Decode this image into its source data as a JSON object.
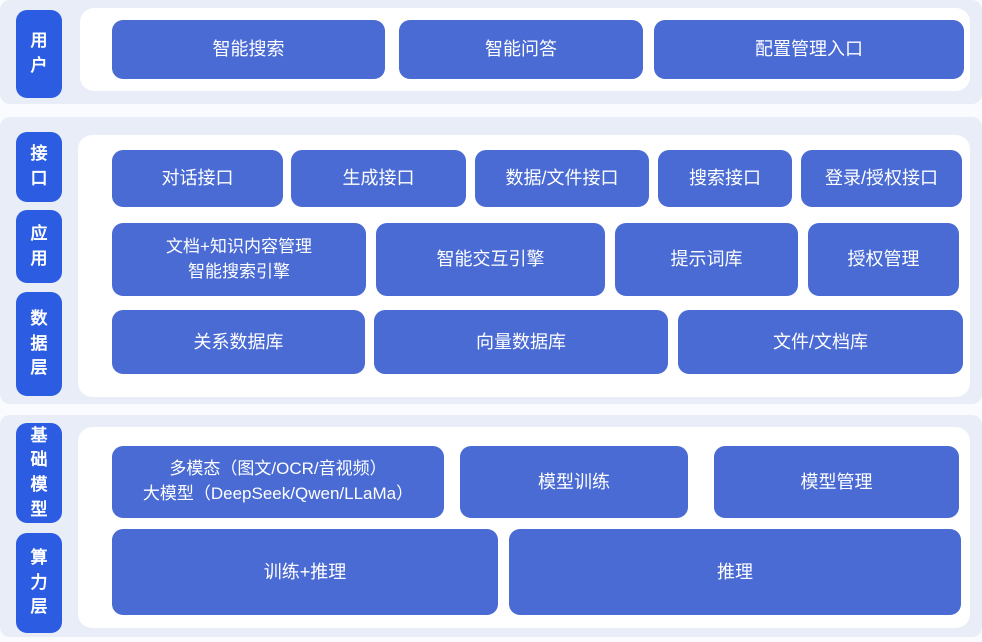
{
  "colors": {
    "tag_blue": "#2b5ce2",
    "node_blue": "#4a6bd3",
    "section_bg": "#e8edf7",
    "panel_bg": "#ffffff",
    "text": "#ffffff"
  },
  "layers": {
    "user": {
      "tag": "用户",
      "boxes": {
        "smart_search": "智能搜索",
        "smart_qa": "智能问答",
        "config_entry": "配置管理入口"
      }
    },
    "interface": {
      "tag": "接口",
      "boxes": {
        "dialog_api": "对话接口",
        "generate_api": "生成接口",
        "data_file_api": "数据/文件接口",
        "search_api": "搜索接口",
        "login_auth_api": "登录/授权接口"
      }
    },
    "application": {
      "tag": "应用",
      "boxes": {
        "doc_knowledge_line1": "文档+知识内容管理",
        "doc_knowledge_line2": "智能搜索引擎",
        "interactive_engine": "智能交互引擎",
        "prompt_lexicon": "提示词库",
        "auth_management": "授权管理"
      }
    },
    "data_layer": {
      "tag": "数据层",
      "boxes": {
        "relational_db": "关系数据库",
        "vector_db": "向量数据库",
        "file_doc_store": "文件/文档库"
      }
    },
    "foundation_model": {
      "tag": "基础模型",
      "boxes": {
        "multimodal_line1": "多模态（图文/OCR/音视频）",
        "multimodal_line2": "大模型（DeepSeek/Qwen/LLaMa）",
        "model_training": "模型训练",
        "model_management": "模型管理"
      }
    },
    "compute_layer": {
      "tag": "算力层",
      "boxes": {
        "train_plus_infer": "训练+推理",
        "inference": "推理"
      }
    }
  }
}
